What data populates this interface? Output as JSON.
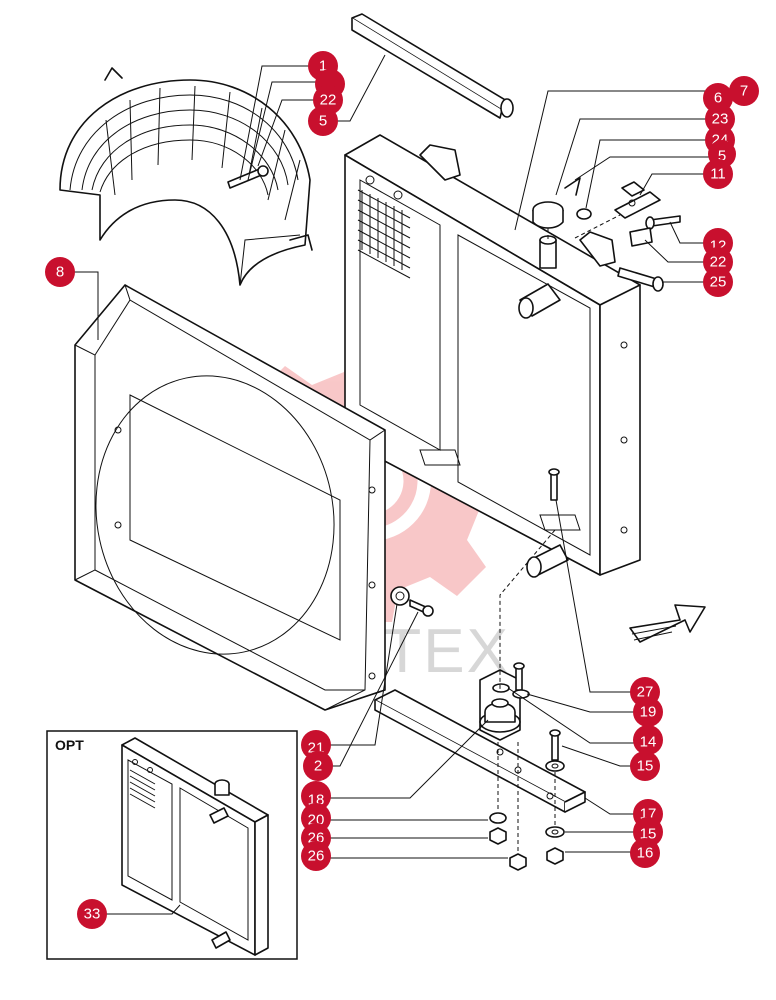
{
  "figure": {
    "opt_label": "OPT",
    "watermark_text": "ИНТЕХ",
    "callout_color": "#c8102e",
    "watermark_color": "#e8383d"
  },
  "callouts": {
    "c1": "1",
    "c2": "22",
    "c3": "5",
    "c4": "7",
    "c5": "6",
    "c6": "23",
    "c7": "24",
    "c8": "5",
    "c9": "11",
    "c10": "12",
    "c11": "22",
    "c12": "25",
    "c13": "8",
    "c14": "27",
    "c15": "19",
    "c16": "14",
    "c17": "15",
    "c18": "17",
    "c19": "15",
    "c20": "16",
    "c21": "21",
    "c22": "2",
    "c23": "18",
    "c24": "20",
    "c25": "26",
    "c26": "26",
    "c27": "33"
  }
}
